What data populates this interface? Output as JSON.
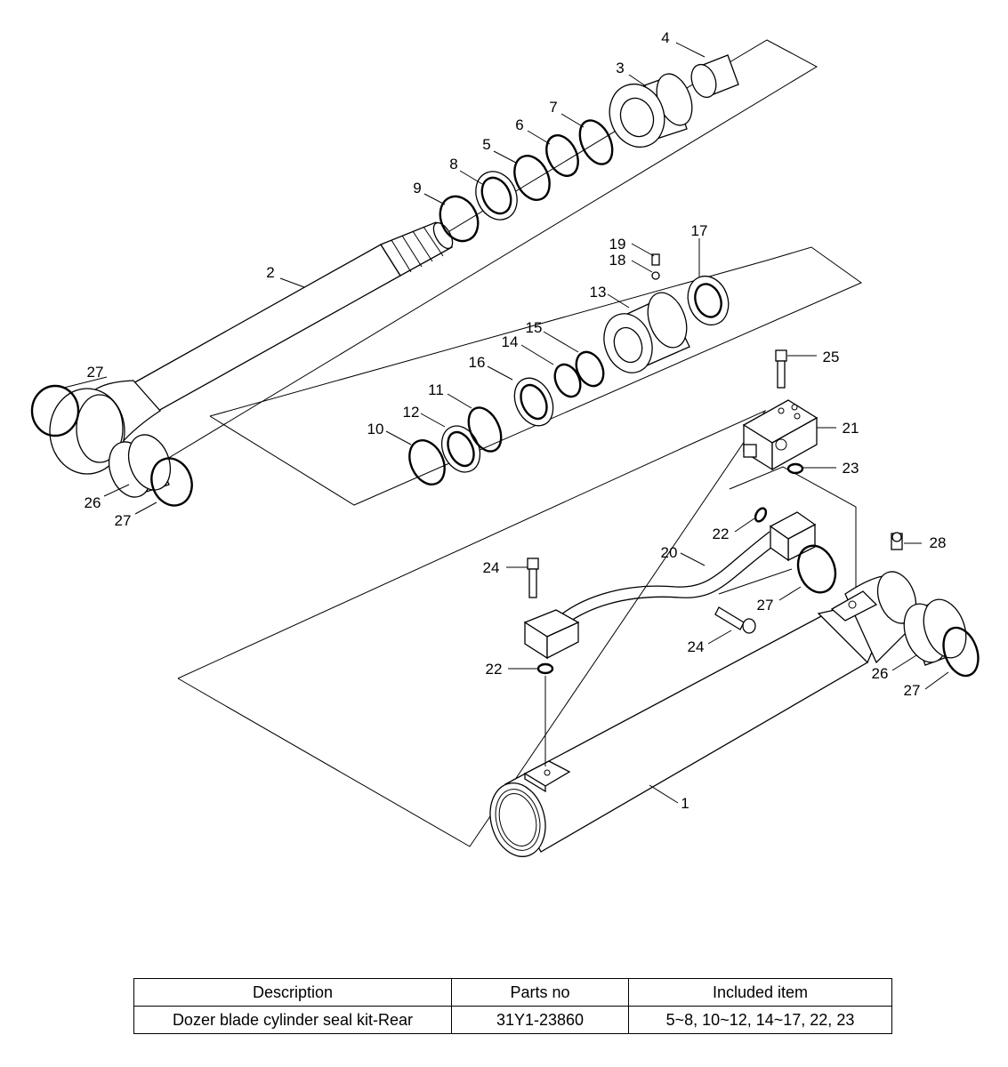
{
  "diagram": {
    "callouts": [
      "1",
      "2",
      "3",
      "4",
      "5",
      "6",
      "7",
      "8",
      "9",
      "10",
      "11",
      "12",
      "13",
      "14",
      "15",
      "16",
      "17",
      "18",
      "19",
      "20",
      "21",
      "22",
      "23",
      "24",
      "25",
      "26",
      "27",
      "28"
    ]
  },
  "table": {
    "headers": [
      "Description",
      "Parts no",
      "Included item"
    ],
    "rows": [
      [
        "Dozer blade cylinder seal kit-Rear",
        "31Y1-23860",
        "5~8, 10~12, 14~17, 22, 23"
      ]
    ]
  }
}
